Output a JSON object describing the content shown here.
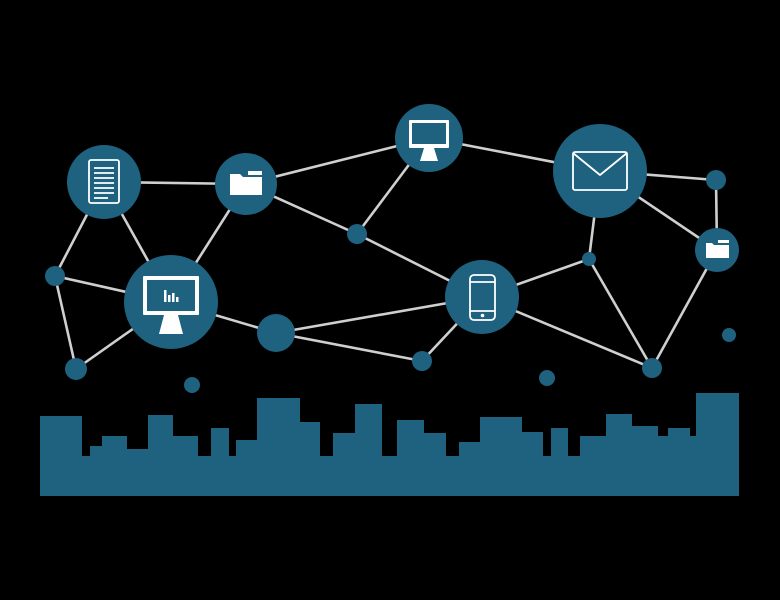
{
  "colors": {
    "background": "#000000",
    "node": "#1e6280",
    "edge": "#cfcfcf",
    "icon": "#ffffff"
  },
  "diagram": {
    "nodes": [
      {
        "id": "document",
        "icon": "document-icon"
      },
      {
        "id": "folder-a",
        "icon": "folder-icon"
      },
      {
        "id": "monitor-top",
        "icon": "monitor-icon"
      },
      {
        "id": "mail",
        "icon": "envelope-icon"
      },
      {
        "id": "dot-right",
        "icon": ""
      },
      {
        "id": "folder-b",
        "icon": "folder-icon"
      },
      {
        "id": "dot-left",
        "icon": ""
      },
      {
        "id": "chart-monitor",
        "icon": "chart-monitor-icon"
      },
      {
        "id": "dot-bottom-left",
        "icon": ""
      },
      {
        "id": "dot-center-up",
        "icon": ""
      },
      {
        "id": "dot-center",
        "icon": ""
      },
      {
        "id": "phone",
        "icon": "smartphone-icon"
      },
      {
        "id": "dot-bottom-mid",
        "icon": ""
      },
      {
        "id": "dot-right-mid",
        "icon": ""
      },
      {
        "id": "dot-bottom-right",
        "icon": ""
      },
      {
        "id": "dot-float-1",
        "icon": ""
      },
      {
        "id": "dot-float-2",
        "icon": ""
      },
      {
        "id": "dot-float-3",
        "icon": ""
      }
    ],
    "edges": [
      [
        "document",
        "folder-a"
      ],
      [
        "document",
        "dot-left"
      ],
      [
        "document",
        "chart-monitor"
      ],
      [
        "folder-a",
        "chart-monitor"
      ],
      [
        "folder-a",
        "monitor-top"
      ],
      [
        "folder-a",
        "dot-center-up"
      ],
      [
        "monitor-top",
        "dot-center-up"
      ],
      [
        "monitor-top",
        "mail"
      ],
      [
        "dot-center-up",
        "phone"
      ],
      [
        "dot-left",
        "chart-monitor"
      ],
      [
        "dot-left",
        "dot-bottom-left"
      ],
      [
        "dot-bottom-left",
        "chart-monitor"
      ],
      [
        "chart-monitor",
        "dot-center"
      ],
      [
        "dot-center",
        "phone"
      ],
      [
        "dot-center",
        "dot-bottom-mid"
      ],
      [
        "dot-bottom-mid",
        "phone"
      ],
      [
        "phone",
        "dot-right-mid"
      ],
      [
        "phone",
        "dot-bottom-right"
      ],
      [
        "dot-right-mid",
        "mail"
      ],
      [
        "dot-right-mid",
        "dot-bottom-right"
      ],
      [
        "mail",
        "dot-right"
      ],
      [
        "mail",
        "folder-b"
      ],
      [
        "dot-right",
        "folder-b"
      ],
      [
        "folder-b",
        "dot-bottom-right"
      ]
    ]
  }
}
